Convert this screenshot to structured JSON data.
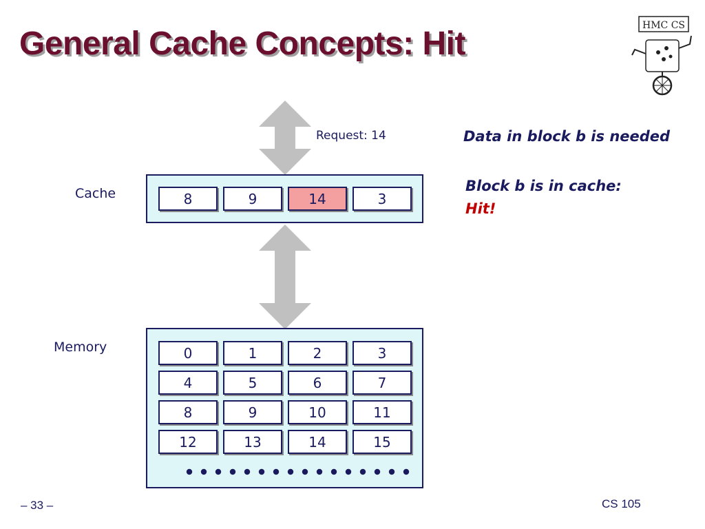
{
  "slide": {
    "title": "General Cache Concepts: Hit",
    "page_number": "– 33 –",
    "course": "CS 105"
  },
  "logo": {
    "text": "HMC CS"
  },
  "labels": {
    "request": "Request: 14",
    "cache": "Cache",
    "memory": "Memory"
  },
  "notes": {
    "needed": "Data in block b is needed",
    "in_cache": "Block b is in cache:",
    "hit": "Hit!"
  },
  "cache": {
    "blocks": [
      "8",
      "9",
      "14",
      "3"
    ],
    "hit_index": 2
  },
  "memory": {
    "rows": [
      [
        "0",
        "1",
        "2",
        "3"
      ],
      [
        "4",
        "5",
        "6",
        "7"
      ],
      [
        "8",
        "9",
        "10",
        "11"
      ],
      [
        "12",
        "13",
        "14",
        "15"
      ]
    ]
  },
  "colors": {
    "title": "#6b0f2e",
    "text": "#1a1a5e",
    "panel": "#dff6f8",
    "hit_block": "#f4a0a0",
    "hit_text": "#c00000",
    "arrow": "#c0c0c0"
  }
}
